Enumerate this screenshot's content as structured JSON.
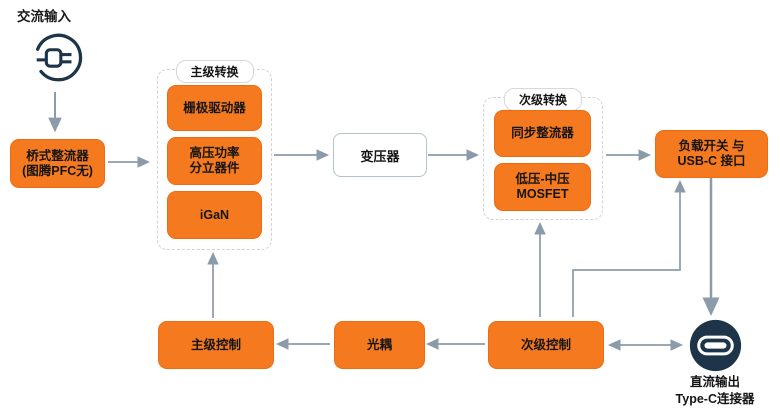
{
  "colors": {
    "accent_orange": "#F5791F",
    "arrow_gray": "#8C9BA9",
    "dark_navy": "#1D3449",
    "transformer_border": "#B3C1CD"
  },
  "nodes": {
    "ac_input_label": "交流输入",
    "bridge_rectifier": {
      "line1": "桥式整流器",
      "line2": "(图腾PFC无)"
    },
    "primary_stage": {
      "title": "主级转换",
      "gate_driver": "栅极驱动器",
      "hv_power_line1": "高压功率",
      "hv_power_line2": "分立器件",
      "igan": "iGaN"
    },
    "transformer": "变压器",
    "secondary_stage": {
      "title": "次级转换",
      "sync_rectifier": "同步整流器",
      "mosfet_line1": "低压-中压",
      "mosfet_line2": "MOSFET"
    },
    "load_switch": {
      "line1": "负载开关 与",
      "line2": "USB-C 接口"
    },
    "primary_control": "主级控制",
    "optocoupler": "光耦",
    "secondary_control": "次级控制",
    "dc_output": {
      "line1": "直流输出",
      "line2": "Type-C连接器"
    }
  }
}
